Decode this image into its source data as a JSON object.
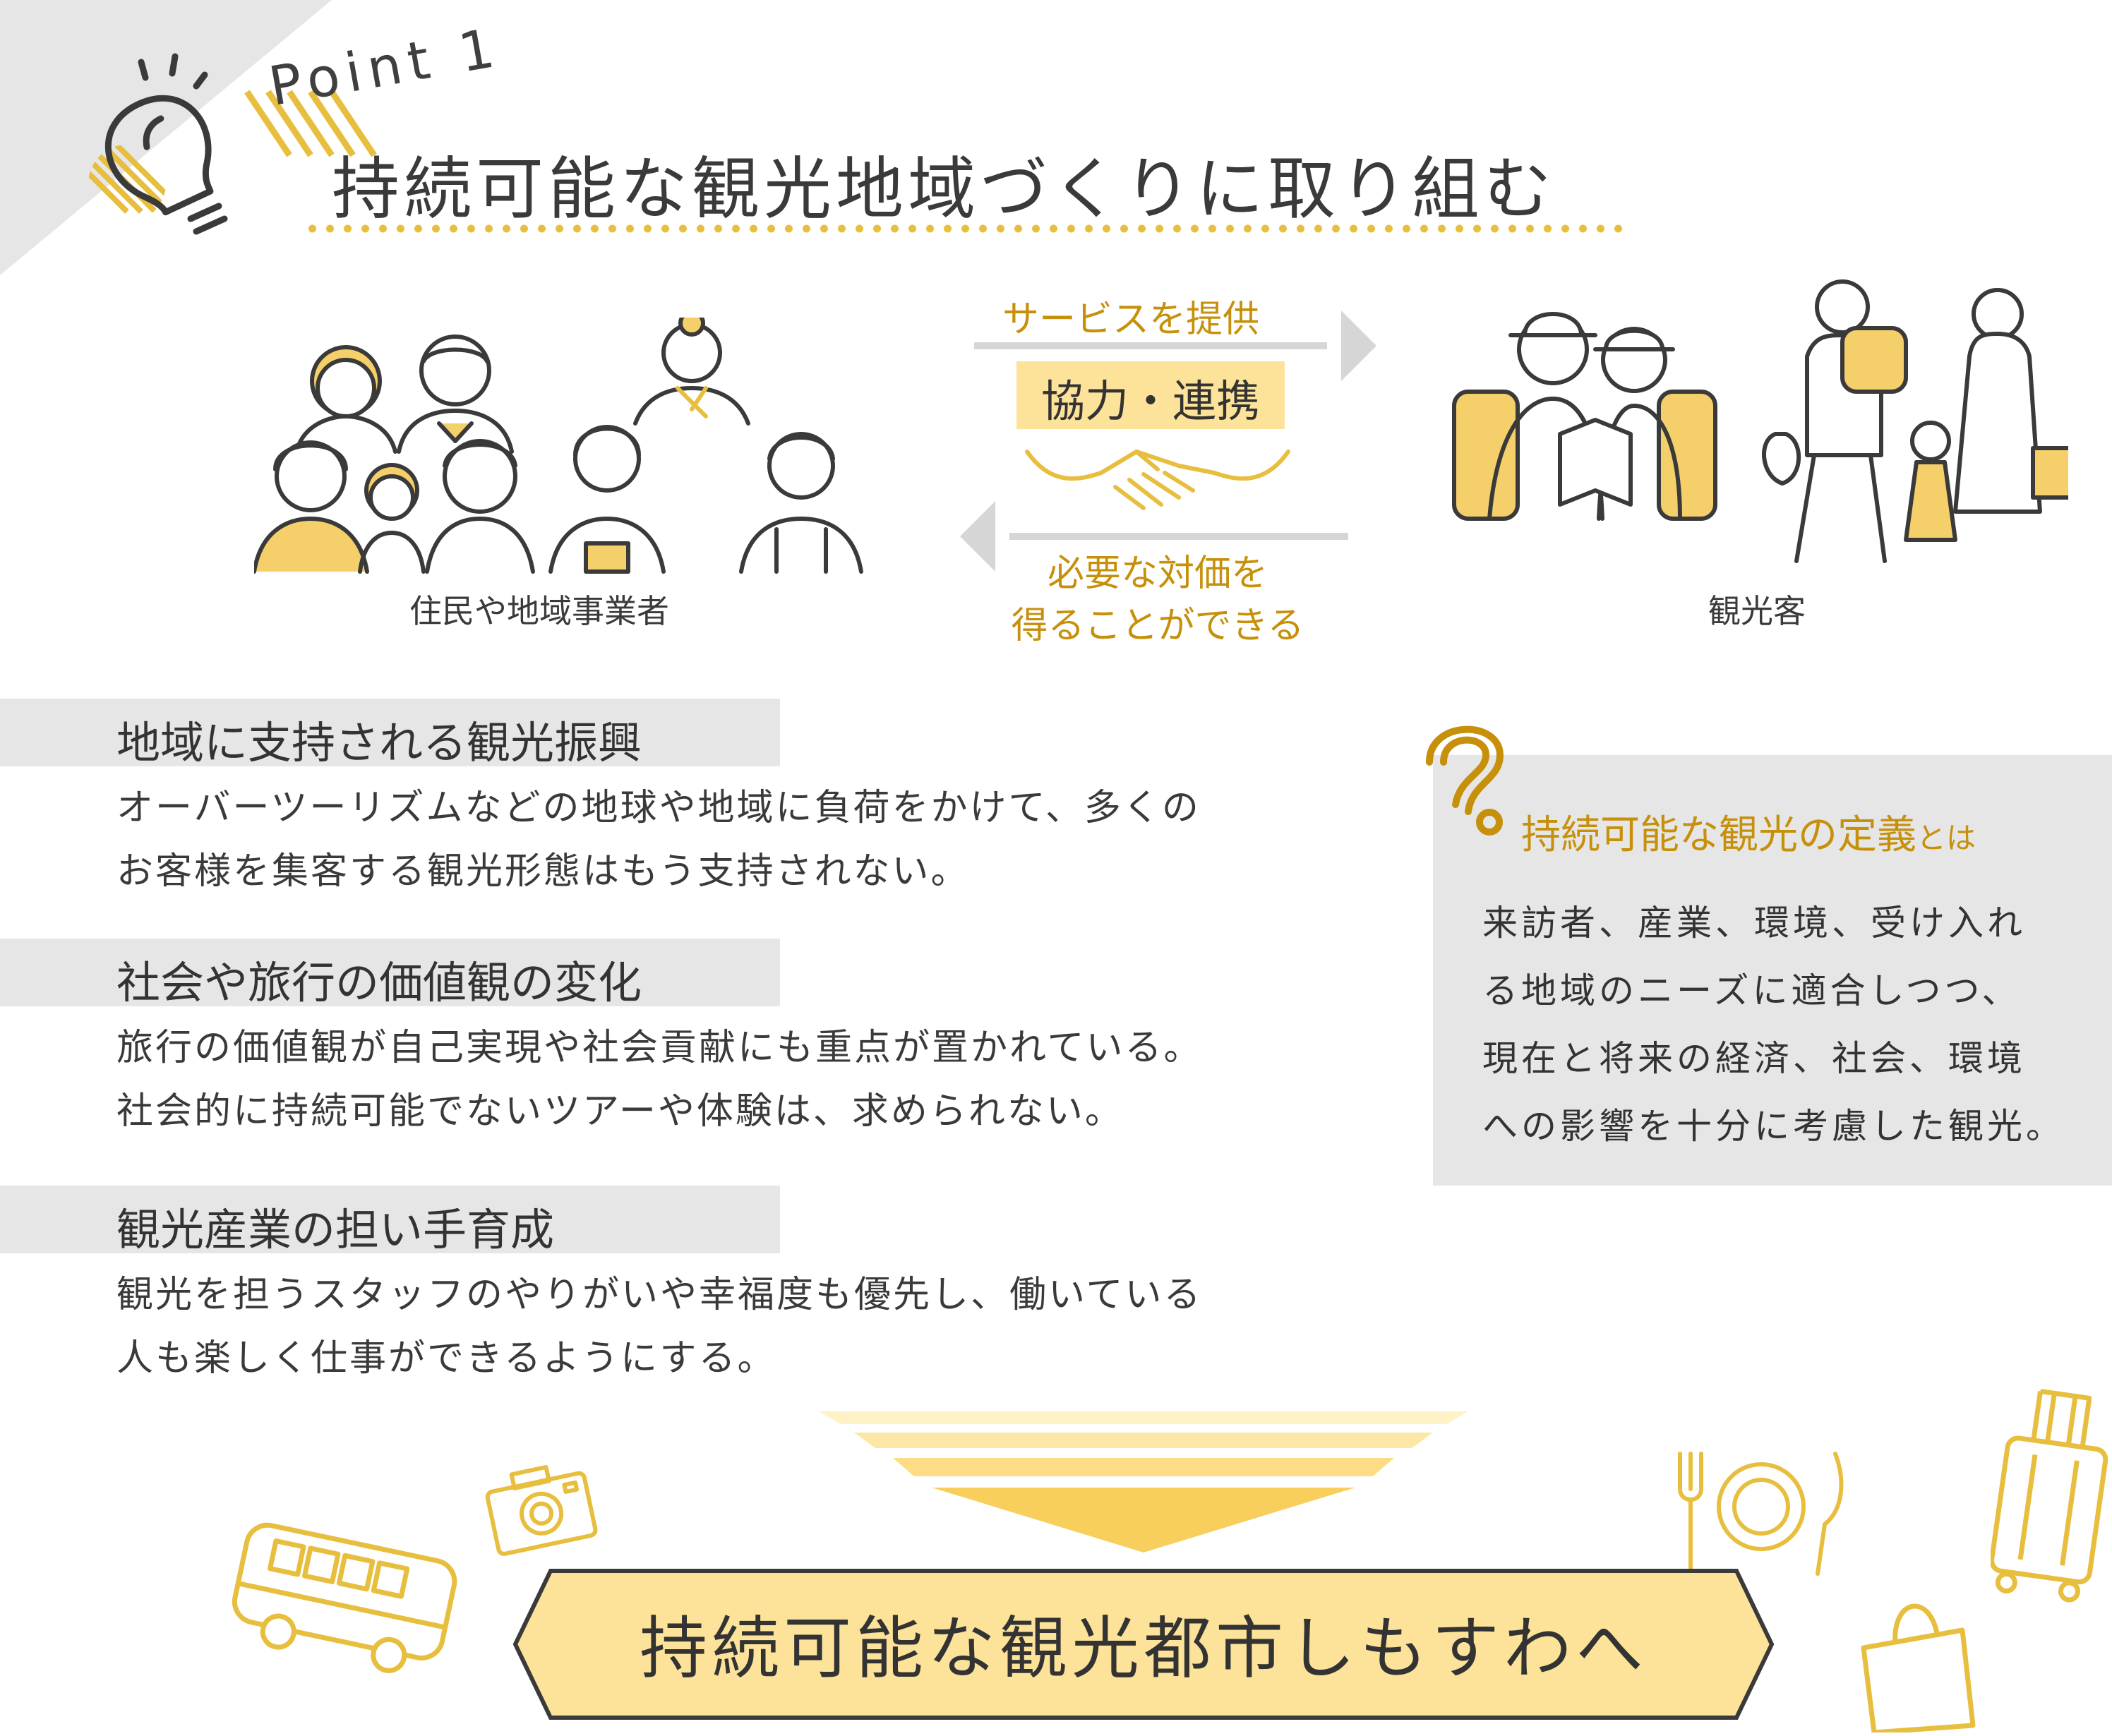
{
  "header": {
    "point_label": "Point 1",
    "title": "持続可能な観光地域づくりに取り組む"
  },
  "diagram": {
    "left_caption": "住民や地域事業者",
    "right_caption": "観光客",
    "arrow_top_label": "サービスを提供",
    "center_label": "協力・連携",
    "arrow_bottom_label_line1": "必要な対価を",
    "arrow_bottom_label_line2": "得ることができる"
  },
  "sections": [
    {
      "title": "地域に支持される観光振興",
      "line1": "オーバーツーリズムなどの地球や地域に負荷をかけて、多くの",
      "line2": "お客様を集客する観光形態はもう支持されない。"
    },
    {
      "title": "社会や旅行の価値観の変化",
      "line1": "旅行の価値観が自己実現や社会貢献にも重点が置かれている。",
      "line2": "社会的に持続可能でないツアーや体験は、求められない。"
    },
    {
      "title": "観光産業の担い手育成",
      "line1": "観光を担うスタッフのやりがいや幸福度も優先し、働いている",
      "line2": "人も楽しく仕事ができるようにする。"
    }
  ],
  "definition": {
    "title": "持続可能な観光の定義",
    "title_suffix": "とは",
    "line1": "来訪者、産業、環境、受け入れ",
    "line2": "る地域のニーズに適合しつつ、",
    "line3": "現在と将来の経済、社会、環境",
    "line4": "への影響を十分に考慮した観光。"
  },
  "conclusion": {
    "text": "持続可能な観光都市しもすわへ"
  },
  "colors": {
    "accent_yellow": "#fde39a",
    "gold_text": "#c7900b",
    "gray_band": "#e6e6e6",
    "line_art": "#3a3a3a",
    "icon_gold": "#e8be3e"
  }
}
